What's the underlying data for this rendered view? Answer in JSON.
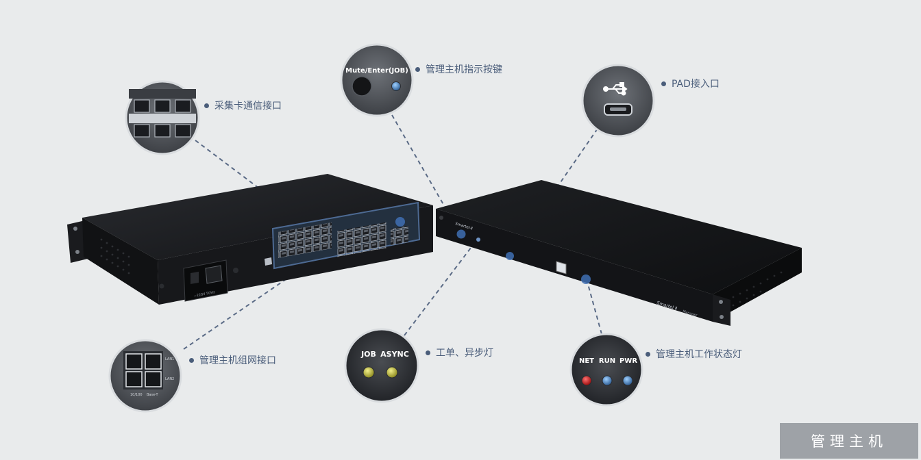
{
  "title": "管理主机",
  "callouts": {
    "collector_port": "采集卡通信接口",
    "indicator_button": "管理主机指示按键",
    "pad_port": "PAD接入口",
    "network_port": "管理主机组网接口",
    "job_lights": "工单、异步灯",
    "status_lights": "管理主机工作状态灯"
  },
  "zoom_labels": {
    "mute_enter_job": "Mute/Enter(JOB)",
    "job": "JOB",
    "async": "ASYNC",
    "net": "NET",
    "run": "RUN",
    "pwr": "PWR"
  },
  "device_labels": {
    "brand": "Smartel Ⅱ",
    "model": "Manager",
    "panel_name": "Smartel-Ⅱ",
    "power_rating": "~220V 50Hz",
    "lan_speed": "10/100",
    "lan_type": "Base-T",
    "lan1": "LAN1",
    "lan2": "LAN2"
  },
  "colors": {
    "background": "#e9ebec",
    "callout_text": "#4a5d7a",
    "dashed_line": "#5b6b86",
    "title_box": "#9ea2a7",
    "led_red": "#d21a1a",
    "led_blue": "#4a86c5",
    "led_yellow": "#c8c23a"
  }
}
